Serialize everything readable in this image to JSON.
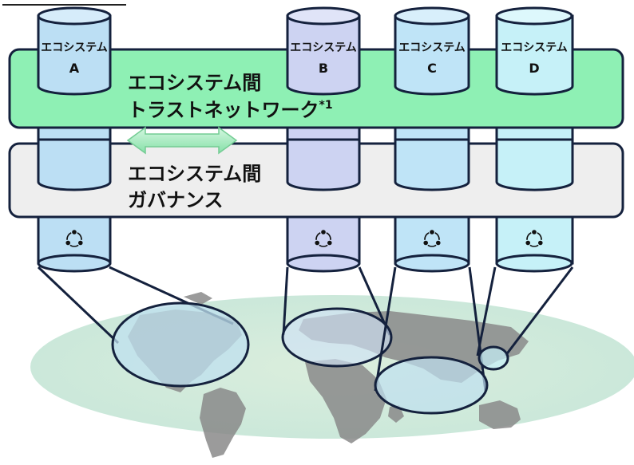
{
  "ecosystems": [
    {
      "name": "エコシステム",
      "letter": "A",
      "fill": "#bcdff4"
    },
    {
      "name": "エコシステム",
      "letter": "B",
      "fill": "#cdd3f2"
    },
    {
      "name": "エコシステム",
      "letter": "C",
      "fill": "#bfe4f7"
    },
    {
      "name": "エコシステム",
      "letter": "D",
      "fill": "#c6f1f8"
    }
  ],
  "trust_layer": {
    "line1": "エコシステム間",
    "line2": "トラストネットワーク",
    "footnote": "*1",
    "fill": "#8ef0b4"
  },
  "governance_layer": {
    "line1": "エコシステム間",
    "line2": "ガバナンス",
    "fill": "#eeeeee"
  },
  "icons": {
    "cycle": "cycle-icon",
    "arrow": "double-arrow-icon"
  }
}
